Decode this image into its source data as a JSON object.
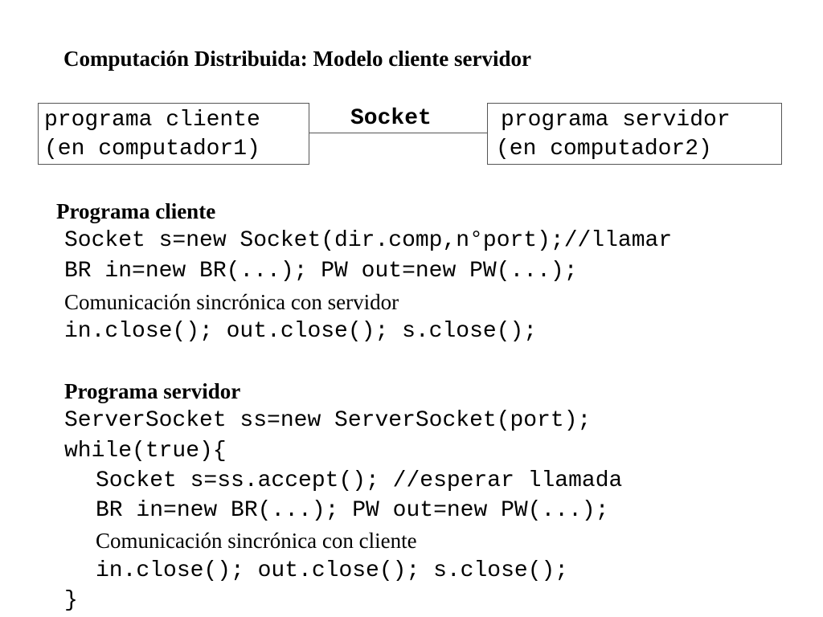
{
  "title": "Computación Distribuida: Modelo cliente servidor",
  "diagram": {
    "client_box": {
      "line1": "programa cliente",
      "line2": "(en computador1)"
    },
    "connector_label": "Socket",
    "server_box": {
      "line1": "programa servidor",
      "line2": "(en computador2)"
    }
  },
  "client_section": {
    "heading": "Programa cliente",
    "lines": [
      "Socket s=new Socket(dir.comp,n°port);//llamar",
      "BR in=new BR(...); PW out=new PW(...);",
      "Comunicación sincrónica con servidor",
      "in.close(); out.close(); s.close();"
    ]
  },
  "server_section": {
    "heading": "Programa servidor",
    "lines": [
      "ServerSocket ss=new ServerSocket(port);",
      "while(true){",
      "Socket s=ss.accept(); //esperar llamada",
      "BR in=new BR(...); PW out=new PW(...);",
      "Comunicación sincrónica con cliente",
      "in.close(); out.close(); s.close();",
      "}"
    ]
  }
}
